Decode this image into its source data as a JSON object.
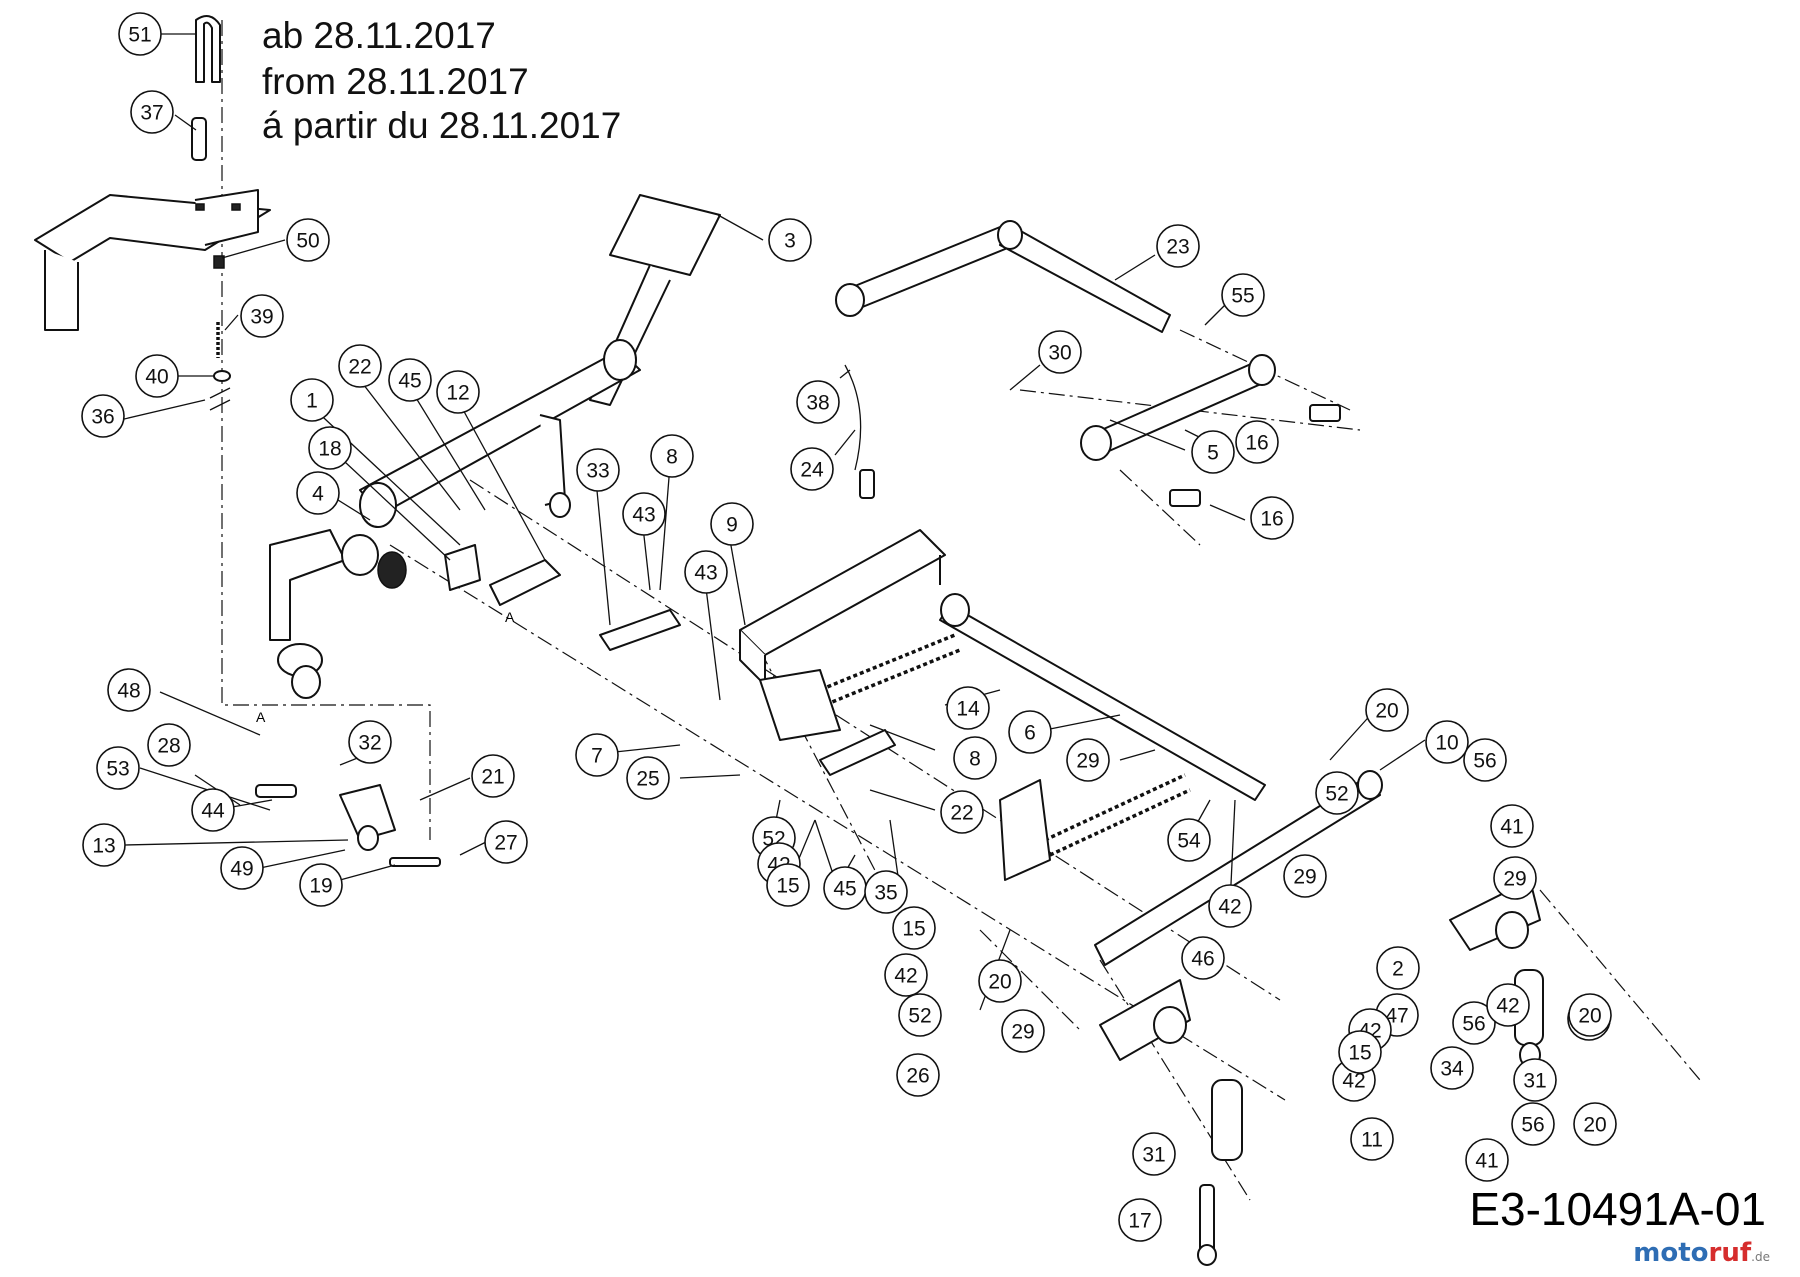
{
  "notes": [
    "ab 28.11.2017",
    "from 28.11.2017",
    "á partir du 28.11.2017"
  ],
  "document_code": "E3-10491A-01",
  "watermark": {
    "part1": "moto",
    "part2": "ruf",
    "suffix": ".de"
  },
  "marker_label": "A",
  "callouts": [
    "51",
    "37",
    "50",
    "39",
    "40",
    "36",
    "3",
    "23",
    "55",
    "30",
    "16",
    "5",
    "16",
    "38",
    "24",
    "22",
    "45",
    "12",
    "1",
    "18",
    "4",
    "33",
    "8",
    "43",
    "9",
    "43",
    "14",
    "6",
    "8",
    "22",
    "20",
    "10",
    "29",
    "7",
    "25",
    "52",
    "42",
    "15",
    "45",
    "35",
    "54",
    "42",
    "52",
    "56",
    "41",
    "29",
    "48",
    "28",
    "32",
    "53",
    "44",
    "21",
    "13",
    "27",
    "49",
    "19",
    "15",
    "42",
    "20",
    "52",
    "26",
    "29",
    "46",
    "29",
    "2",
    "47",
    "42",
    "42",
    "56",
    "15",
    "42",
    "15",
    "31",
    "20",
    "11",
    "31",
    "17",
    "34",
    "41",
    "56",
    "20"
  ]
}
